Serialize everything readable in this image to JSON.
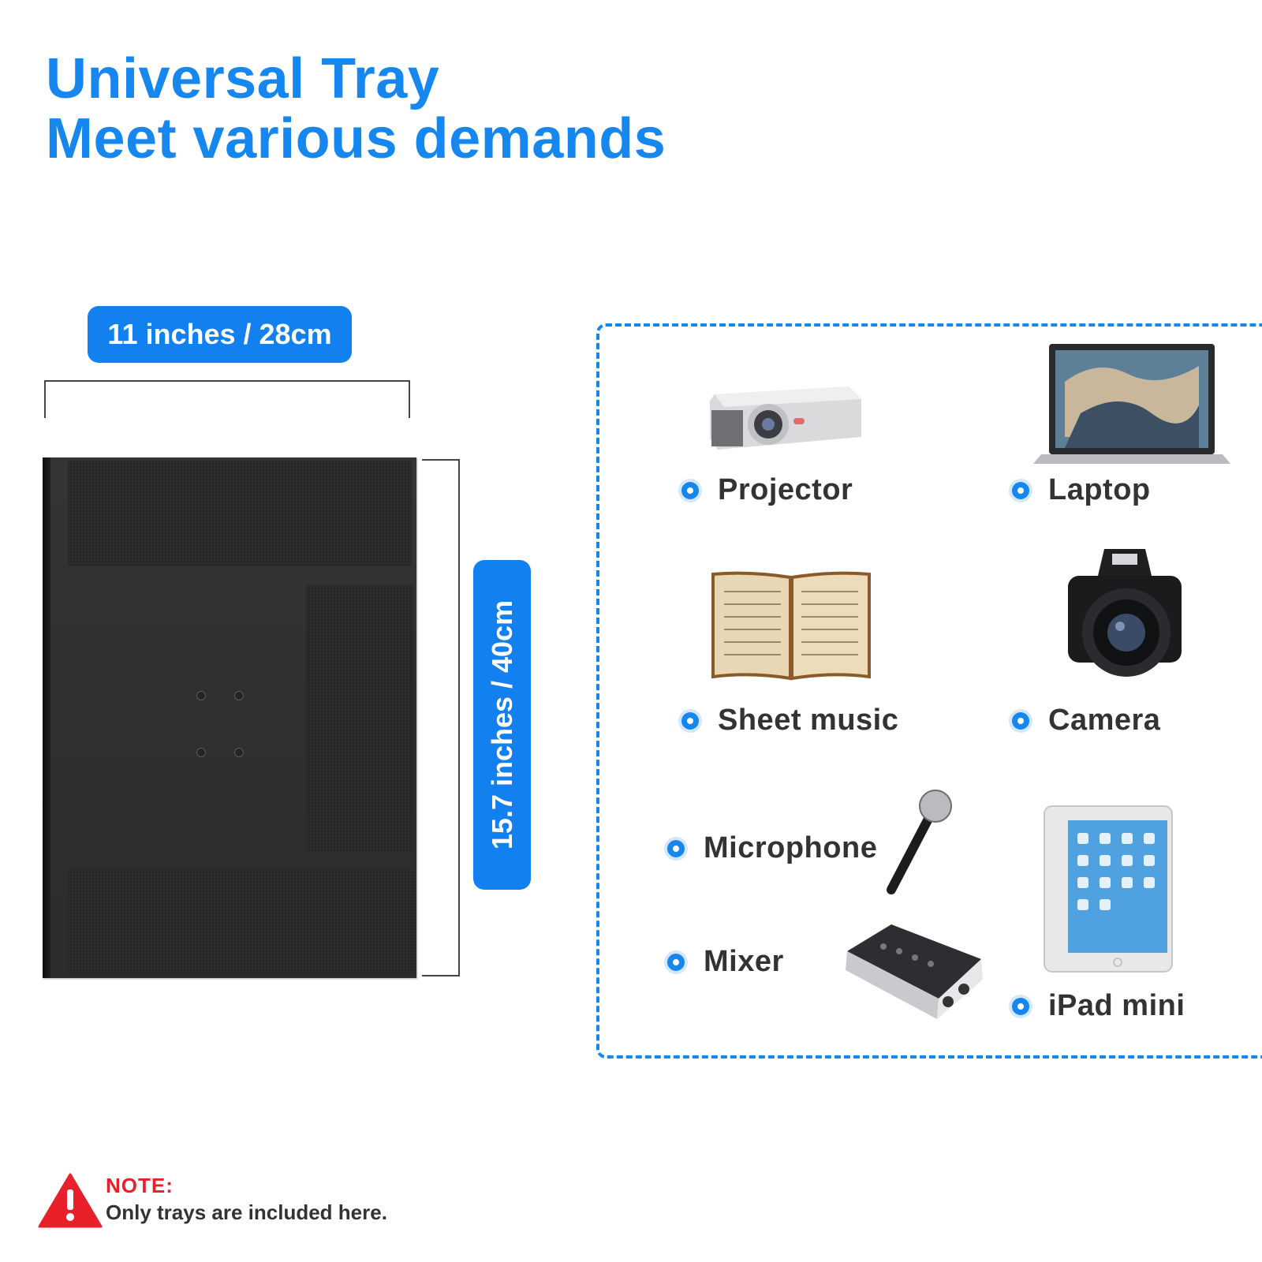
{
  "title": {
    "line1": "Universal Tray",
    "line2": "Meet various demands"
  },
  "dimensions": {
    "width_label": "11 inches / 28cm",
    "height_label": "15.7 inches / 40cm"
  },
  "devices": [
    {
      "label": "Projector",
      "icon": "projector-icon"
    },
    {
      "label": "Laptop",
      "icon": "laptop-icon"
    },
    {
      "label": "Sheet music",
      "icon": "sheet-music-icon"
    },
    {
      "label": "Camera",
      "icon": "camera-icon"
    },
    {
      "label": "Microphone",
      "icon": "microphone-icon"
    },
    {
      "label": "Mixer",
      "icon": "mixer-icon"
    },
    {
      "label": "iPad mini",
      "icon": "tablet-icon"
    }
  ],
  "note": {
    "title": "NOTE:",
    "text": "Only  trays are included here."
  },
  "colors": {
    "accent": "#1687ee",
    "warning": "#e8202a",
    "text": "#333333"
  }
}
